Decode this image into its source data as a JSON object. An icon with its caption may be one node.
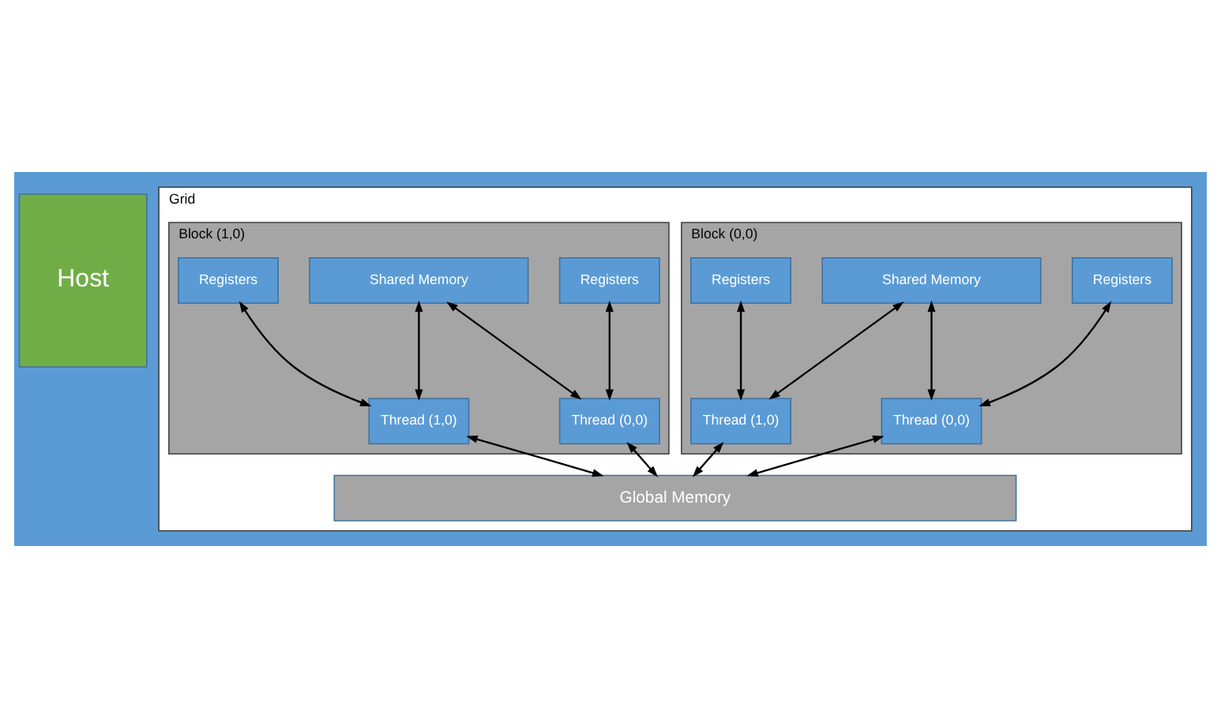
{
  "diagram": {
    "nodes": [
      {
        "text": [
          "Host"
        ]
      },
      {
        "text": [
          "Grid"
        ]
      },
      {
        "text": [
          "Block (0,0)"
        ],
        "in": 1
      },
      {
        "text": [
          "Shared Memory"
        ],
        "in": 2
      },
      {
        "text": [
          "Registers"
        ],
        "in": 2
      },
      {
        "text": [
          "Registers"
        ],
        "in": 2
      },
      {
        "text": [
          "Thread (0,0)"
        ],
        "in": 2
      },
      {
        "text": [
          "Thread (1,0)"
        ],
        "in": 2
      },
      {
        "text": [
          "Block (1,0)"
        ],
        "in": 1
      },
      {
        "text": [
          "Shared Memory"
        ],
        "in": 8
      },
      {
        "text": [
          "Registers"
        ],
        "in": 8
      },
      {
        "text": [
          "Registers"
        ],
        "in": 8
      },
      {
        "text": [
          "Thread (0,0)"
        ],
        "in": 8
      },
      {
        "text": [
          "Thread (1,0)"
        ],
        "in": 8
      },
      {
        "text": [
          "Global Memory"
        ],
        "in": 1
      }
    ],
    "edges": [
      {
        "from": 3,
        "to": 6,
        "arrow": "both"
      },
      {
        "from": 3,
        "to": 7,
        "arrow": "both"
      },
      {
        "from": 4,
        "to": 6,
        "arrow": "both"
      },
      {
        "from": 5,
        "to": 7,
        "arrow": "both"
      },
      {
        "from": 9,
        "to": 12,
        "arrow": "both"
      },
      {
        "from": 9,
        "to": 13,
        "arrow": "both"
      },
      {
        "from": 10,
        "to": 12,
        "arrow": "both"
      },
      {
        "from": 11,
        "to": 13,
        "arrow": "both"
      },
      {
        "from": 6,
        "to": 14,
        "arrow": "both"
      },
      {
        "from": 7,
        "to": 14,
        "arrow": "both"
      },
      {
        "from": 12,
        "to": 14,
        "arrow": "both"
      },
      {
        "from": 13,
        "to": 14,
        "arrow": "both"
      }
    ]
  }
}
